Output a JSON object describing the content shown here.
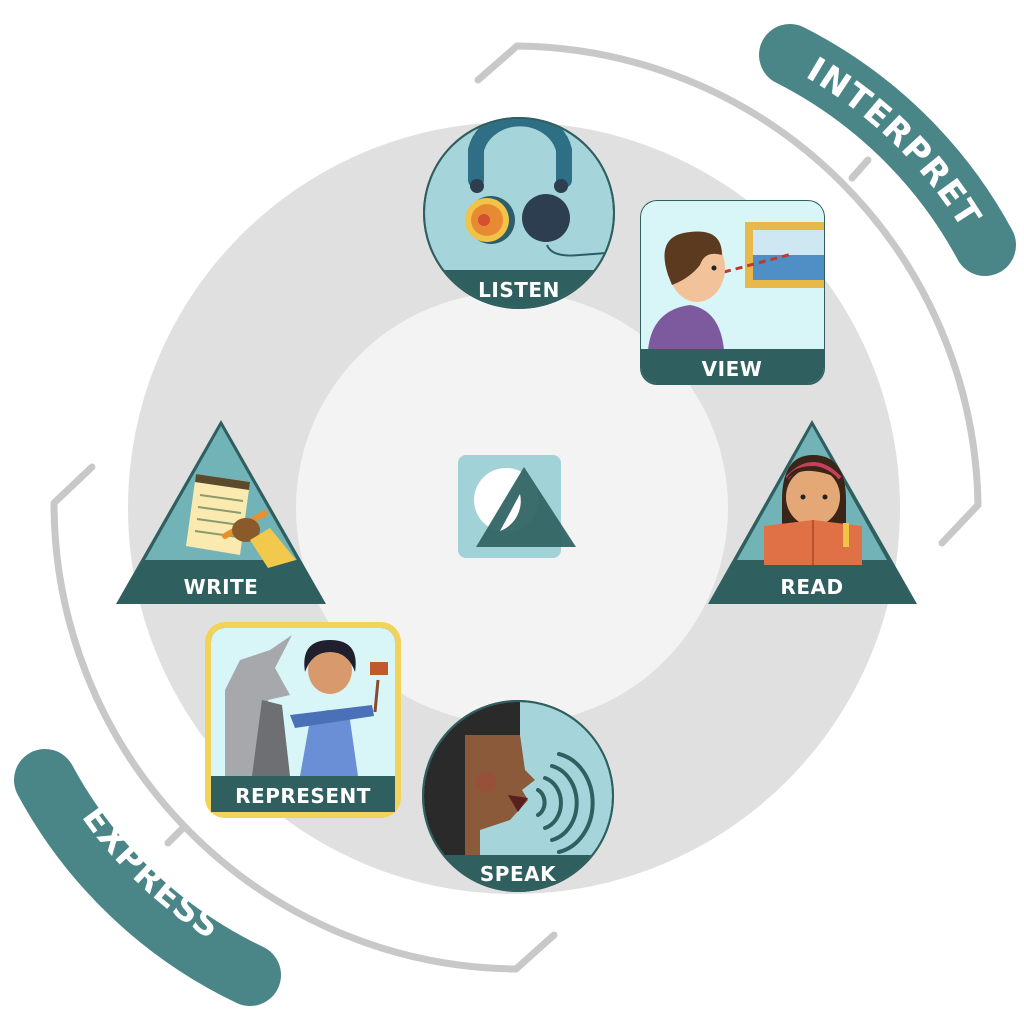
{
  "diagram": {
    "type": "cycle",
    "center_logo": "shapes-logo-icon",
    "categories": [
      {
        "label": "INTERPRET",
        "members": [
          "LISTEN",
          "VIEW",
          "READ"
        ]
      },
      {
        "label": "EXPRESS",
        "members": [
          "SPEAK",
          "REPRESENT",
          "WRITE"
        ]
      }
    ],
    "modes": [
      {
        "label": "LISTEN",
        "shape": "circle",
        "icon": "headphones-icon"
      },
      {
        "label": "VIEW",
        "shape": "rounded-square",
        "icon": "boy-viewing-painting-icon"
      },
      {
        "label": "READ",
        "shape": "triangle",
        "icon": "girl-reading-book-icon"
      },
      {
        "label": "SPEAK",
        "shape": "circle",
        "icon": "speaking-person-icon"
      },
      {
        "label": "REPRESENT",
        "shape": "rounded-square",
        "icon": "sculptor-unicorn-icon",
        "highlighted": true
      },
      {
        "label": "WRITE",
        "shape": "triangle",
        "icon": "hand-writing-notepad-icon"
      }
    ],
    "colors": {
      "teal_dark": "#2f5f5e",
      "teal_mid": "#4a8587",
      "teal_light": "#a5d5da",
      "tile_bg": "#d8f6f7",
      "ring_outer": "#e0e0e0",
      "ring_inner": "#f3f3f3",
      "bracket": "#c8c8c8",
      "highlight": "#f2d35a"
    }
  }
}
